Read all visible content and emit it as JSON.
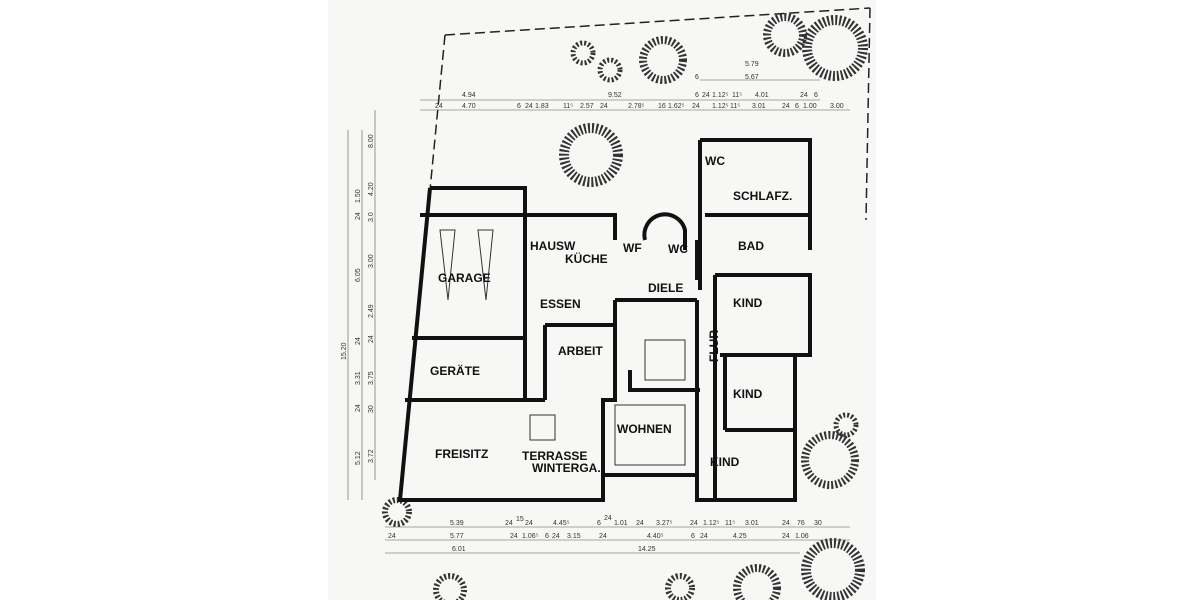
{
  "rooms": {
    "garage": "GARAGE",
    "geraete": "GERÄTE",
    "freisitz": "FREISITZ",
    "hausw": "HAUSW",
    "kueche": "KÜCHE",
    "essen": "ESSEN",
    "wf": "WF",
    "wc1": "WC",
    "wc2": "WC",
    "diele": "DIELE",
    "arbeit": "ARBEIT",
    "terrasse": "TERRASSE",
    "winterga": "WINTERGA.",
    "wohnen": "WOHNEN",
    "flur": "FLUR",
    "kind1": "KIND",
    "kind2": "KIND",
    "kind3": "KIND",
    "bad": "BAD",
    "schlafz": "SCHLAFZ."
  },
  "dimensions": {
    "top_row0": [
      "5.79"
    ],
    "top_row0b": [
      "6",
      "5.67"
    ],
    "top_row1": [
      "4.94",
      "9.52",
      "6",
      "24",
      "1.12⁵",
      "11⁵",
      "4.01",
      "24",
      "6"
    ],
    "top_row2": [
      "24",
      "4.70",
      "6",
      "24",
      "1.83",
      "11⁵",
      "2.57",
      "24",
      "2.78⁵",
      "16",
      "1.62⁵",
      "24",
      "1.12⁵",
      "11⁵",
      "3.01",
      "24",
      "6",
      "1.00",
      "3.00"
    ],
    "bottom_row1": [
      "5.39",
      "24",
      "15",
      "24",
      "4.45⁵",
      "6",
      "24",
      "1.01",
      "24",
      "3.27⁵",
      "24",
      "1.12⁵",
      "11⁵",
      "3.01",
      "24",
      "76",
      "30"
    ],
    "bottom_row2": [
      "24",
      "5.77",
      "24",
      "1.06⁵",
      "6",
      "24",
      "3.15",
      "24",
      "4.40⁵",
      "6",
      "24",
      "4.25",
      "24",
      "1.06"
    ],
    "bottom_row3": [
      "6.01",
      "14.25"
    ],
    "left_outer": [
      "15.20"
    ],
    "left_mid": [
      "24",
      "1.50",
      "6.05",
      "24",
      "3.31",
      "24",
      "5.12"
    ],
    "left_inner": [
      "8.00",
      "4.20",
      "3.0",
      "3.00",
      "2.49",
      "24",
      "3.75",
      "30",
      "3.72"
    ]
  },
  "colors": {
    "ink": "#111111",
    "paper": "#ffffff",
    "accent_green": "#2a9d5c"
  }
}
